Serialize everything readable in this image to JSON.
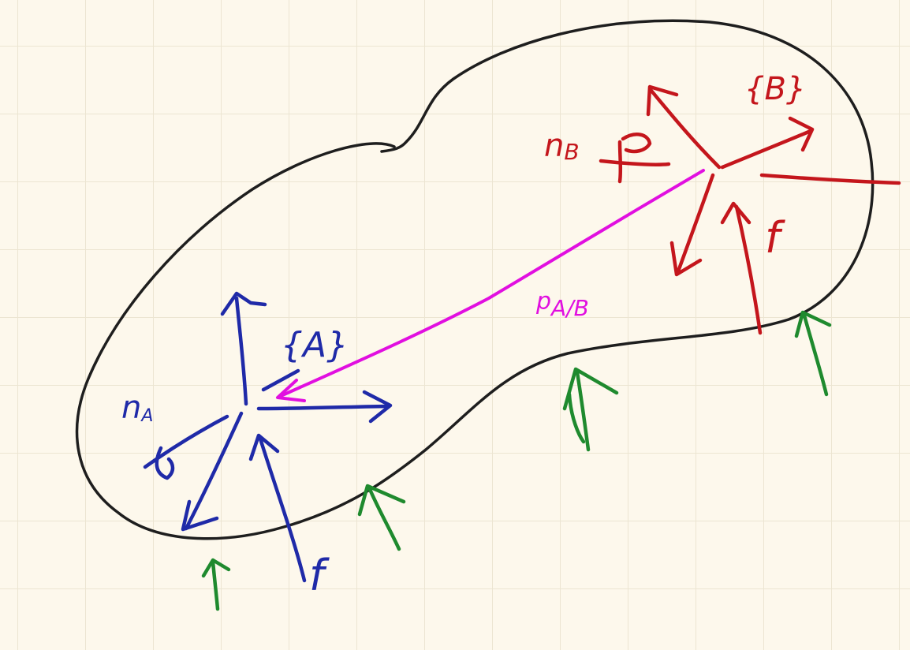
{
  "labels": {
    "frame_a": "{A}",
    "frame_b": "{B}",
    "moment_a": "n",
    "moment_a_sub": "A",
    "moment_b": "n",
    "moment_b_sub": "B",
    "force_a": "f",
    "force_b": "f",
    "position_vector": "p",
    "position_vector_sub": "A/B"
  },
  "colors": {
    "paper": "#fdf8ec",
    "grid": "#ece5d2",
    "outline": "#1e1e1e",
    "frame_a": "#1f2aa8",
    "frame_b": "#c4161c",
    "position_vector": "#e10fe0",
    "external_forces": "#1f8a2e"
  }
}
